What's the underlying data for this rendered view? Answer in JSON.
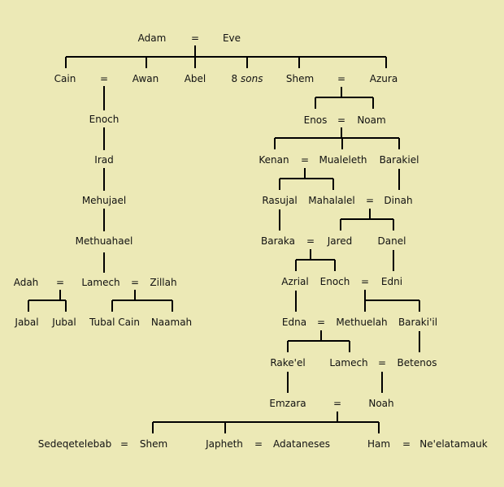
{
  "names": {
    "adam": "Adam",
    "eve": "Eve",
    "cain": "Cain",
    "awan": "Awan",
    "abel": "Abel",
    "eight_sons_num": "8",
    "eight_sons_word": "sons",
    "shem1": "Shem",
    "azura": "Azura",
    "enoch1": "Enoch",
    "irad": "Irad",
    "mehujael": "Mehujael",
    "methuahael": "Methuahael",
    "adah": "Adah",
    "lamech1": "Lamech",
    "zillah": "Zillah",
    "jabal": "Jabal",
    "jubal": "Jubal",
    "tubalcain": "Tubal Cain",
    "naamah": "Naamah",
    "enos": "Enos",
    "noam": "Noam",
    "kenan": "Kenan",
    "mualeleth": "Mualeleth",
    "barakiel": "Barakiel",
    "rasujal": "Rasujal",
    "mahalalel": "Mahalalel",
    "dinah": "Dinah",
    "baraka": "Baraka",
    "jared": "Jared",
    "danel": "Danel",
    "azrial": "Azrial",
    "enoch2": "Enoch",
    "edni": "Edni",
    "edna": "Edna",
    "methuelah": "Methuelah",
    "barakiil": "Baraki'il",
    "rakeel": "Rake'el",
    "lamech2": "Lamech",
    "betenos": "Betenos",
    "emzara": "Emzara",
    "noah": "Noah",
    "sedeqetelebab": "Sedeqetelebab",
    "shem2": "Shem",
    "japheth": "Japheth",
    "adataneses": "Adataneses",
    "ham": "Ham",
    "neelatamauk": "Ne'elatamauk",
    "eq": "="
  },
  "colors": {
    "background": "#ece9b6",
    "line": "#000000",
    "text": "#111111"
  }
}
